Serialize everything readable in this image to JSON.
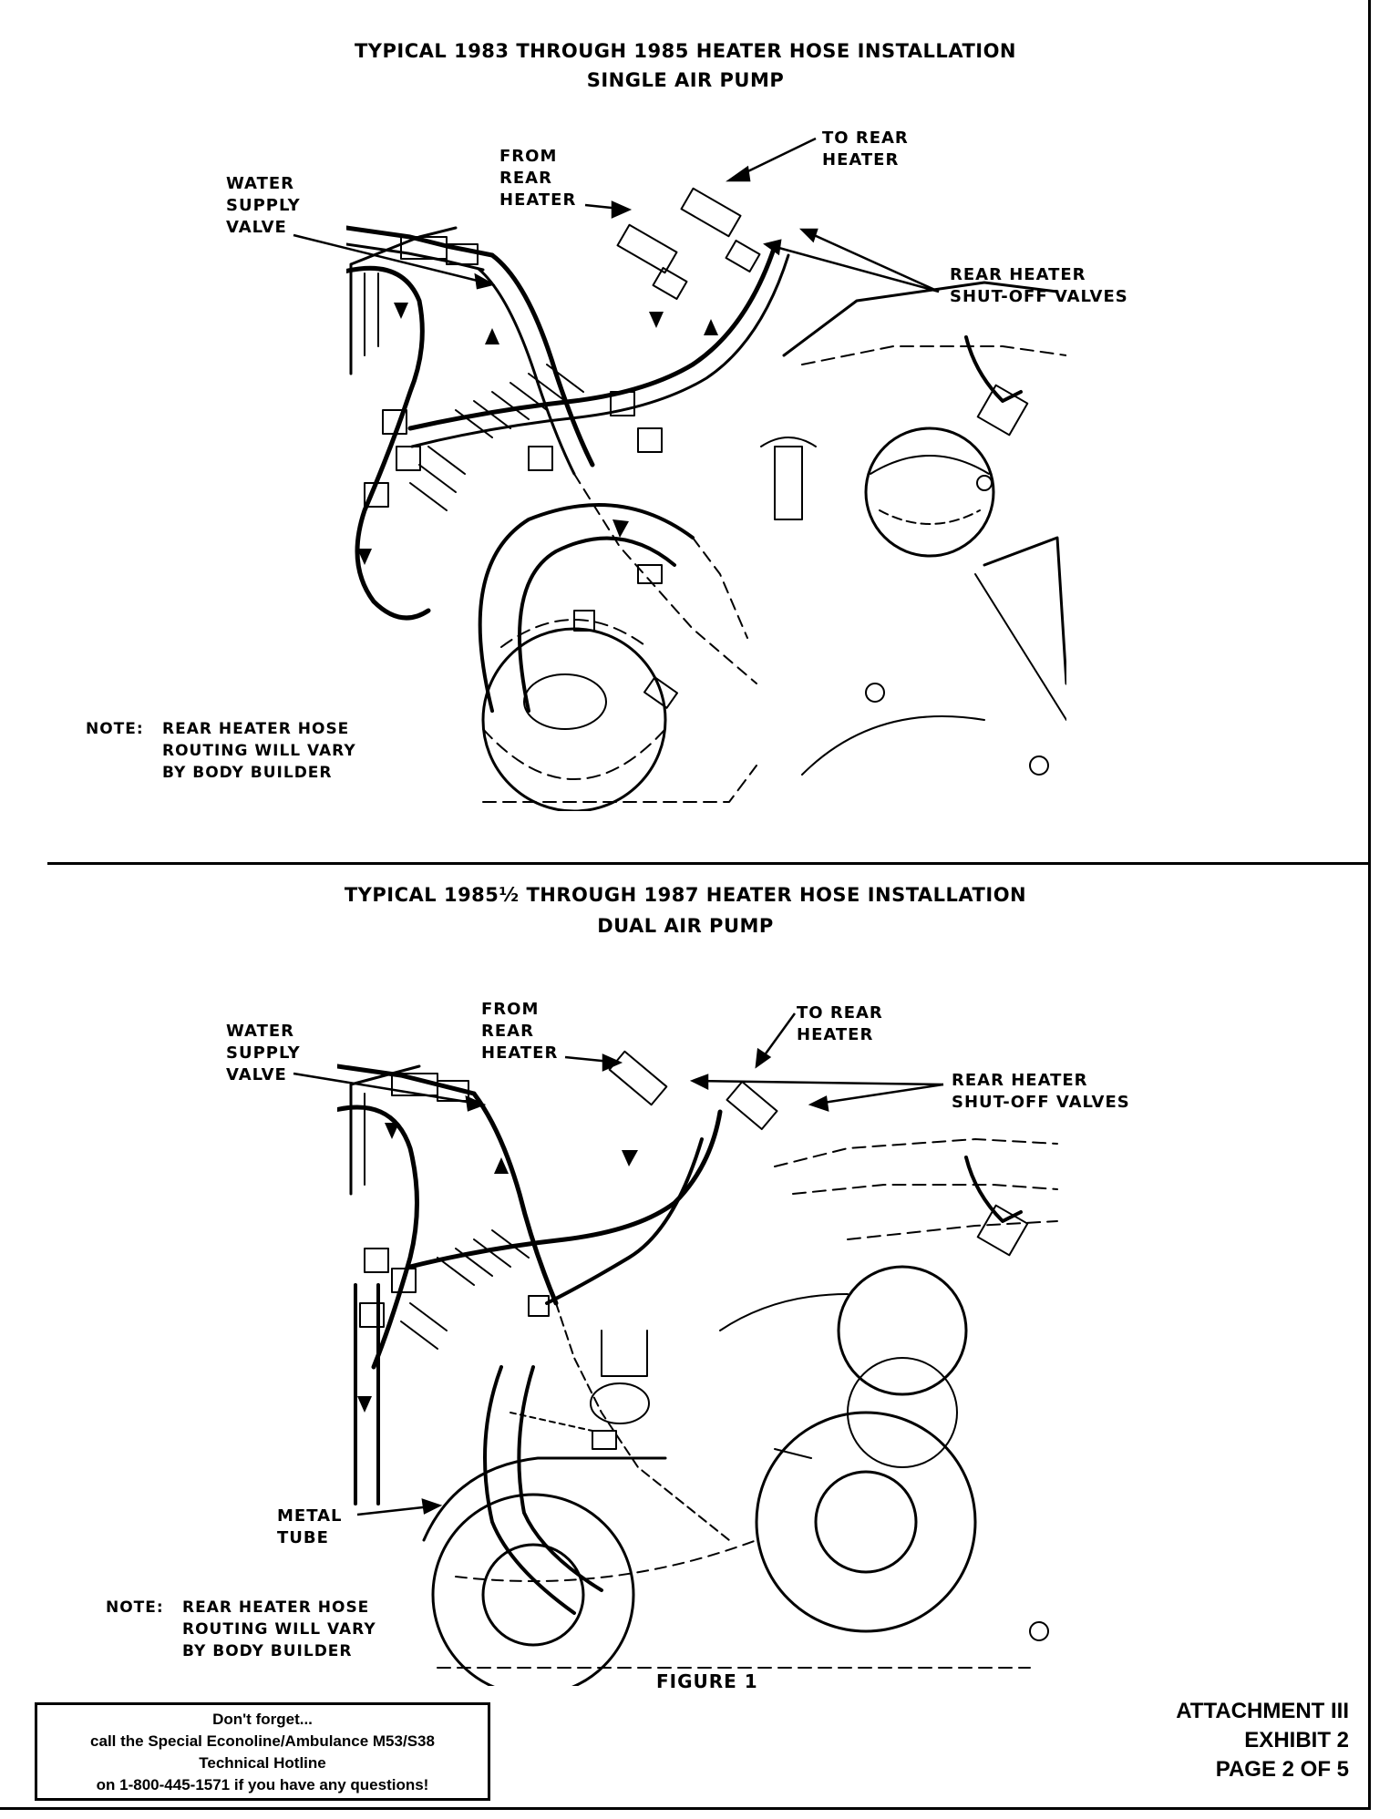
{
  "figure_top": {
    "title_line1": "TYPICAL 1983 THROUGH 1985 HEATER HOSE INSTALLATION",
    "title_line2": "SINGLE AIR PUMP",
    "labels": {
      "water_supply_valve": [
        "WATER",
        "SUPPLY",
        "VALVE"
      ],
      "from_rear_heater": [
        "FROM",
        "REAR",
        "HEATER"
      ],
      "to_rear_heater": [
        "TO REAR",
        "HEATER"
      ],
      "rear_heater_shutoff_valves": [
        "REAR HEATER",
        "SHUT-OFF VALVES"
      ]
    },
    "note_prefix": "NOTE:",
    "note_lines": [
      "REAR HEATER HOSE",
      "ROUTING WILL VARY",
      "BY BODY BUILDER"
    ]
  },
  "figure_bottom": {
    "title_line1": "TYPICAL 1985½ THROUGH 1987 HEATER HOSE INSTALLATION",
    "title_line2": "DUAL AIR PUMP",
    "labels": {
      "water_supply_valve": [
        "WATER",
        "SUPPLY",
        "VALVE"
      ],
      "from_rear_heater": [
        "FROM",
        "REAR",
        "HEATER"
      ],
      "to_rear_heater": [
        "TO REAR",
        "HEATER"
      ],
      "rear_heater_shutoff_valves": [
        "REAR HEATER",
        "SHUT-OFF VALVES"
      ],
      "metal_tube": [
        "METAL",
        "TUBE"
      ]
    },
    "note_prefix": "NOTE:",
    "note_lines": [
      "REAR HEATER HOSE",
      "ROUTING WILL VARY",
      "BY BODY BUILDER"
    ]
  },
  "figure_caption": "FIGURE 1",
  "hotline": {
    "line1": "Don't forget...",
    "line2": "call the Special Econoline/Ambulance M53/S38",
    "line3": "Technical Hotline",
    "line4": "on 1-800-445-1571 if you have any questions!"
  },
  "attachment": {
    "line1": "ATTACHMENT III",
    "line2": "EXHIBIT 2",
    "line3": "PAGE 2 OF 5"
  }
}
